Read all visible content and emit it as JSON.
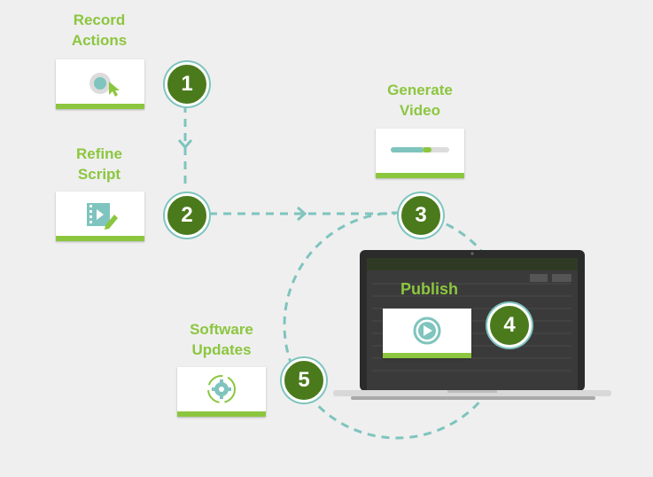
{
  "steps": [
    {
      "number": "1",
      "label_line1": "Record",
      "label_line2": "Actions"
    },
    {
      "number": "2",
      "label_line1": "Refine",
      "label_line2": "Script"
    },
    {
      "number": "3",
      "label_line1": "Generate",
      "label_line2": "Video"
    },
    {
      "number": "4",
      "label_line1": "Publish",
      "label_line2": ""
    },
    {
      "number": "5",
      "label_line1": "Software",
      "label_line2": "Updates"
    }
  ],
  "icons": {
    "record": "cursor-click-icon",
    "refine": "film-edit-icon",
    "generate": "progress-bar-icon",
    "publish": "play-icon",
    "updates": "gear-refresh-icon",
    "device": "laptop-icon"
  },
  "progress": {
    "fraction": 0.7
  },
  "colors": {
    "accent_green": "#8cc63f",
    "dark_green": "#4b7a1c",
    "teal": "#7fc4be",
    "background": "#efefef"
  }
}
